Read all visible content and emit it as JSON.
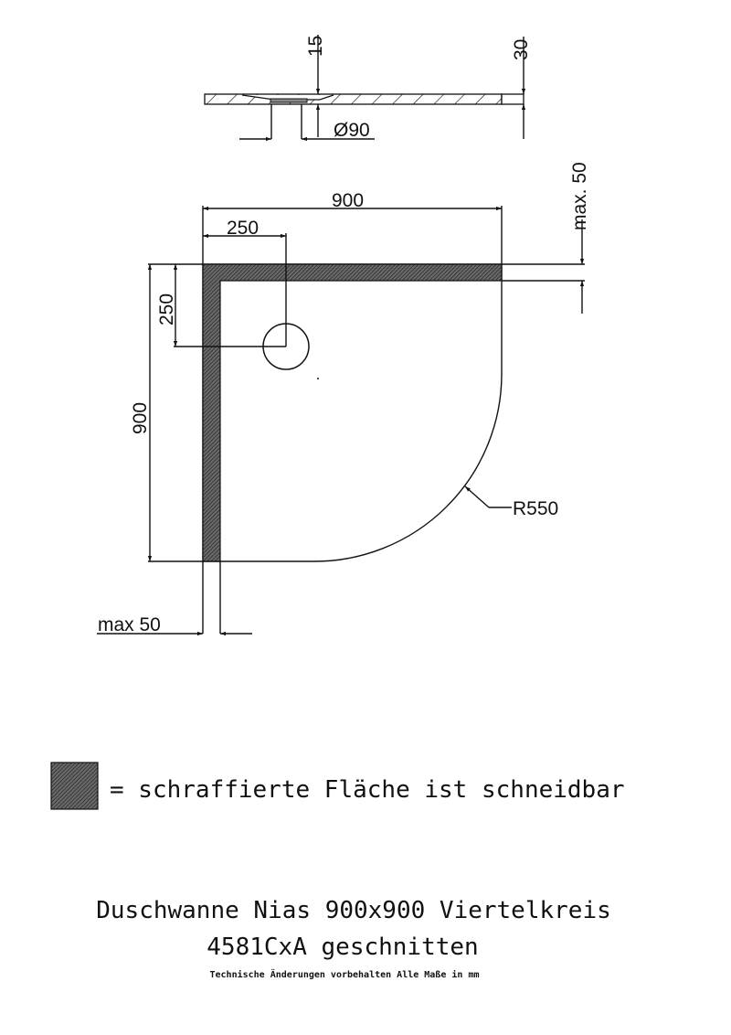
{
  "side_view": {
    "dim_depth_drain": "15",
    "dim_total_height": "30",
    "dim_drain_diameter": "Ø90"
  },
  "plan_view": {
    "dim_width": "900",
    "dim_drain_x": "250",
    "dim_drain_y": "250",
    "dim_height": "900",
    "dim_radius": "R550",
    "dim_max_right": "max. 50",
    "dim_max_bottom": "max 50"
  },
  "legend": {
    "text": "= schraffierte Fläche ist schneidbar"
  },
  "title_block": {
    "title": "Duschwanne Nias 900x900 Viertelkreis",
    "article": "4581CxA geschnitten",
    "note": "Technische Änderungen vorbehalten  Alle Maße in mm"
  },
  "colors": {
    "line": "#111111",
    "hatch_fill": "#555555",
    "background": "#ffffff"
  }
}
